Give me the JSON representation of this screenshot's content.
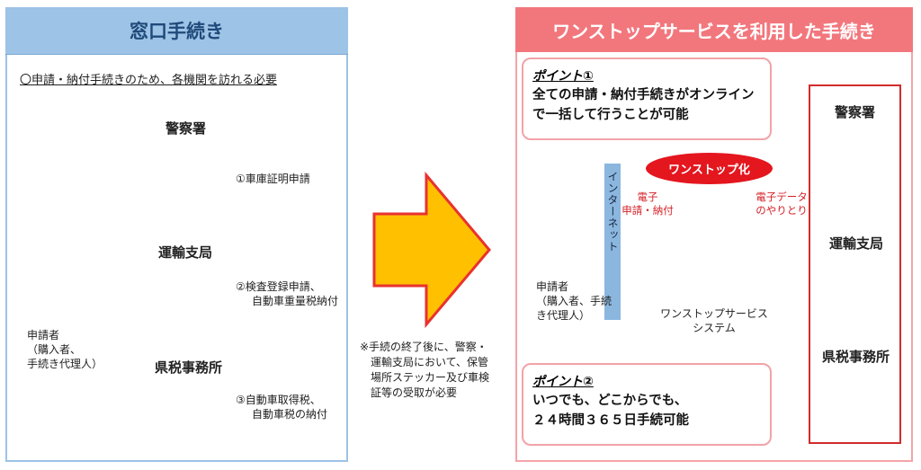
{
  "left": {
    "title": "窓口手続き",
    "subtitle": "〇申請・納付手続きのため、各機関を訪れる必要",
    "offices": [
      {
        "name": "警察署",
        "procedure": "①車庫証明申請"
      },
      {
        "name": "運輸支局",
        "procedure_line1": "②検査登録申請、",
        "procedure_line2": "自動車重量税納付"
      },
      {
        "name": "県税事務所",
        "procedure_line1": "③自動車取得税、",
        "procedure_line2": "自動車税の納付"
      }
    ],
    "applicant": {
      "line1": "申請者",
      "line2": "（購入者、",
      "line3": "手続き代理人）"
    }
  },
  "center_note": [
    "※手続の終了後に、警察・",
    "運輸支局において、保管",
    "場所ステッカー及び車検",
    "証等の受取が必要"
  ],
  "right": {
    "title": "ワンストップサービスを利用した手続き",
    "point1": {
      "title": "ポイント①",
      "line1": "全ての申請・納付手続きがオンライン",
      "line2": "で一括して行うことが可能"
    },
    "point2": {
      "title": "ポイント②",
      "line1": "いつでも、どこからでも、",
      "line2": "２４時間３６５日手続可能"
    },
    "internet": "インターネット",
    "onestop": "ワンストップ化",
    "e_application": {
      "line1": "電子",
      "line2": "申請・納付"
    },
    "e_data": {
      "line1": "電子データ",
      "line2": "のやりとり"
    },
    "applicant": {
      "line1": "申請者",
      "line2": "（購入者、手続",
      "line3": "き代理人）"
    },
    "system": {
      "line1": "ワンストップサービス",
      "line2": "システム"
    },
    "offices": [
      "警察署",
      "運輸支局",
      "県税事務所"
    ]
  },
  "colors": {
    "left_header": "#9dc3e6",
    "right_header": "#f2777d",
    "arrow_fill": "#ffc000",
    "arrow_stroke": "#e8322f",
    "accent_red": "#e4161e",
    "internet_bar": "#8bb7df"
  }
}
